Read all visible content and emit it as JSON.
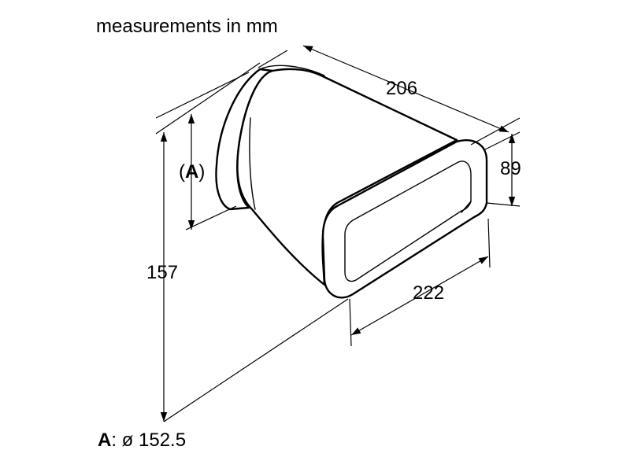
{
  "diagram": {
    "title": "measurements in mm",
    "dimensions": {
      "length": "206",
      "height": "89",
      "width": "222",
      "overall_height": "157",
      "round_label_open": "(",
      "round_label_key": "A",
      "round_label_close": ")"
    },
    "legend": {
      "key": "A",
      "separator": ":",
      "value": " ø 152.5"
    }
  }
}
